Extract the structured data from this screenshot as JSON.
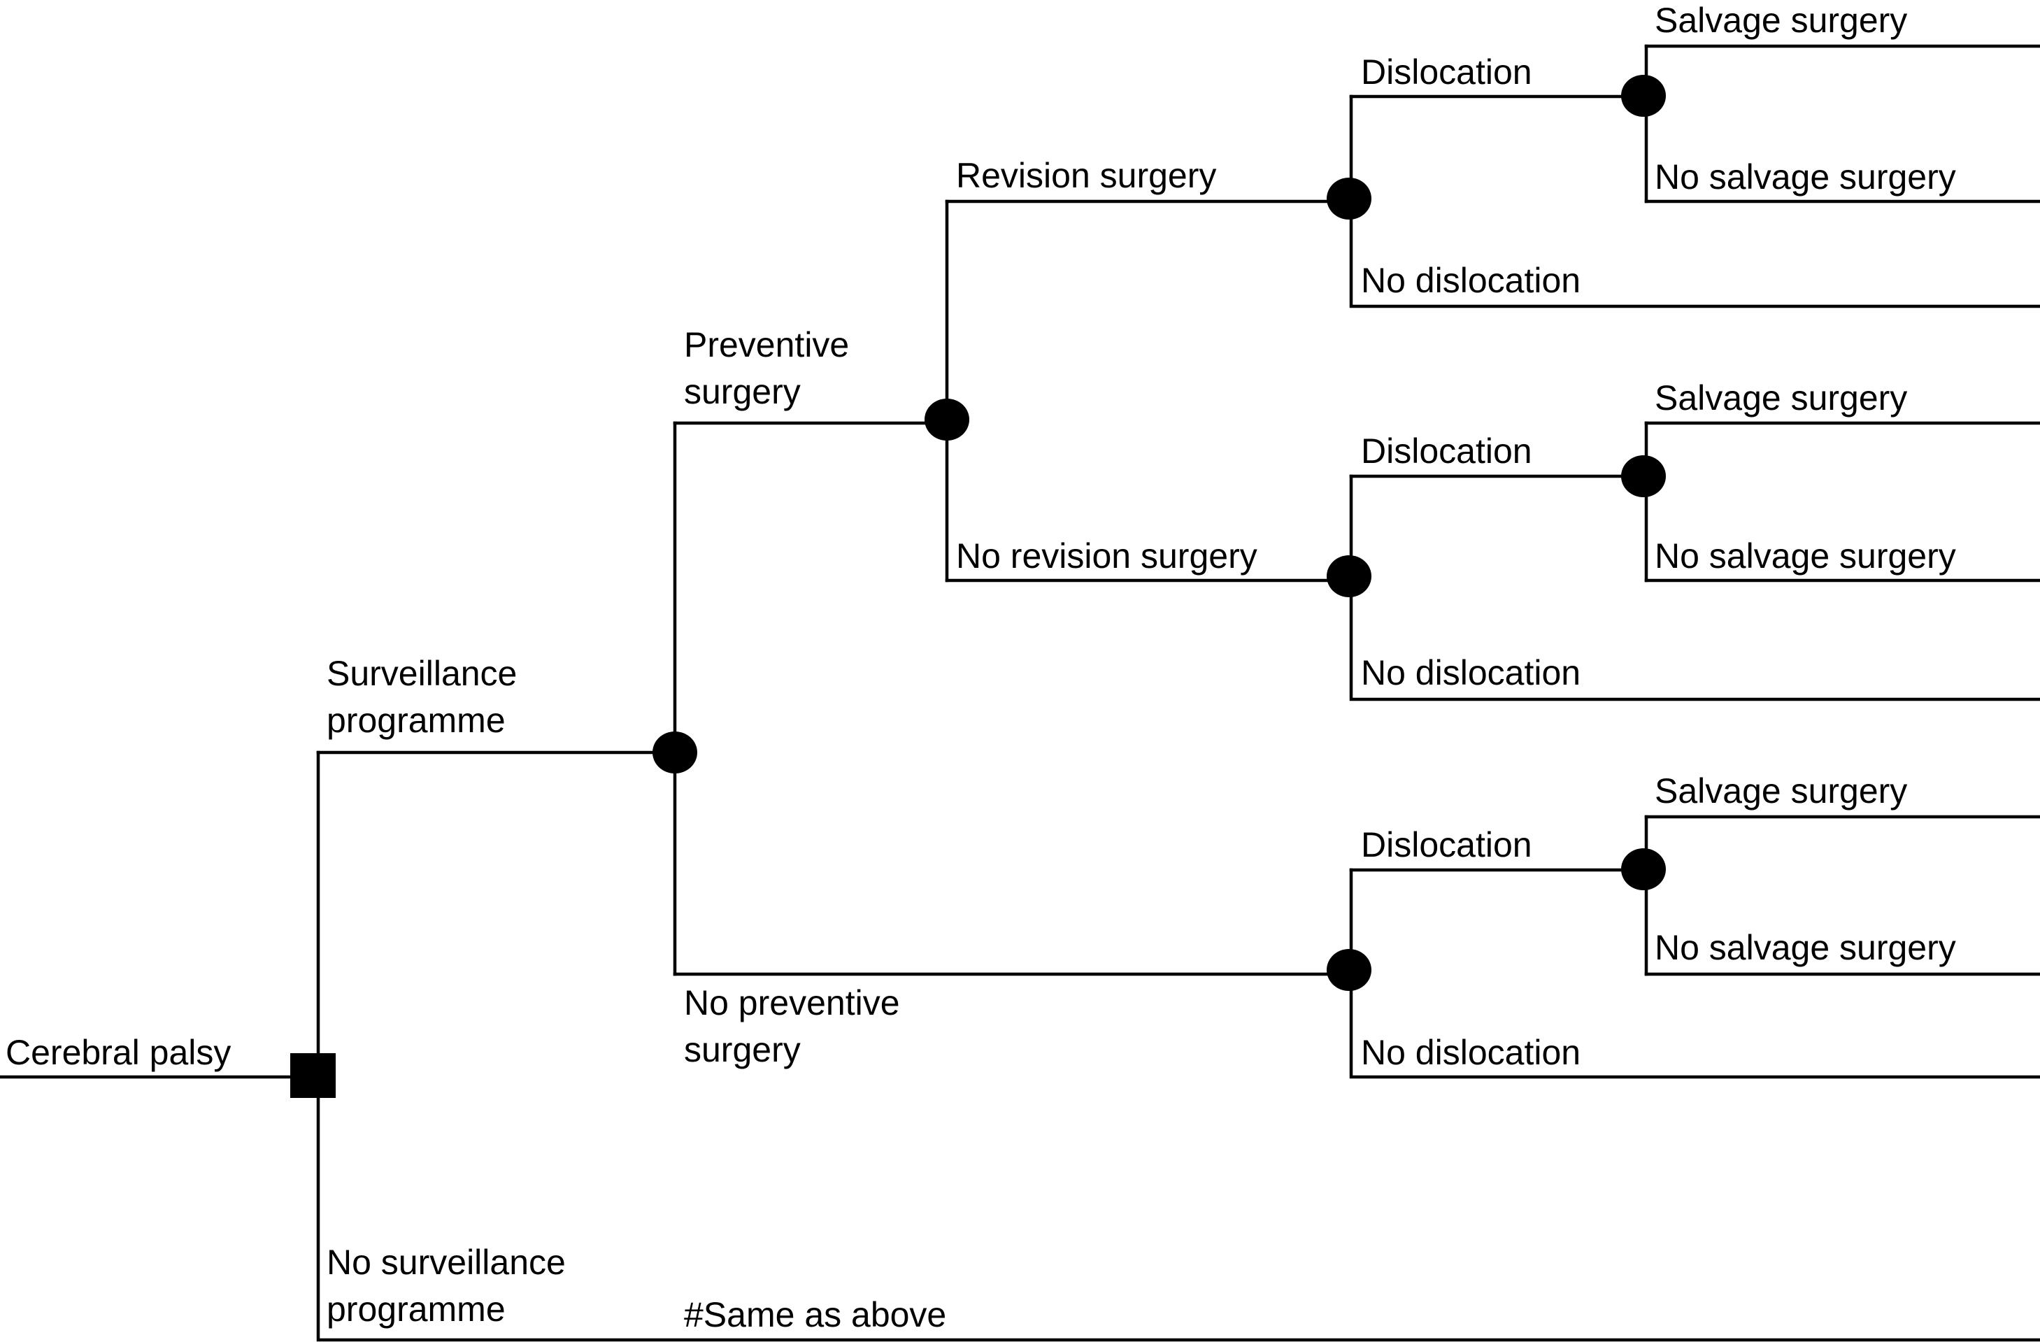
{
  "diagram": {
    "root_label": "Cerebral palsy",
    "surveillance": {
      "label_line1": "Surveillance",
      "label_line2": "programme"
    },
    "no_surveillance": {
      "label_line1": "No surveillance",
      "label_line2": "programme",
      "note": "#Same as above"
    },
    "preventive": {
      "label_line1": "Preventive",
      "label_line2": "surgery"
    },
    "no_preventive": {
      "label_line1": "No preventive",
      "label_line2": "surgery"
    },
    "revision_surgery": "Revision surgery",
    "no_revision_surgery": "No revision surgery",
    "dislocation": "Dislocation",
    "no_dislocation": "No dislocation",
    "salvage_surgery": "Salvage surgery",
    "no_salvage_surgery": "No salvage surgery"
  }
}
